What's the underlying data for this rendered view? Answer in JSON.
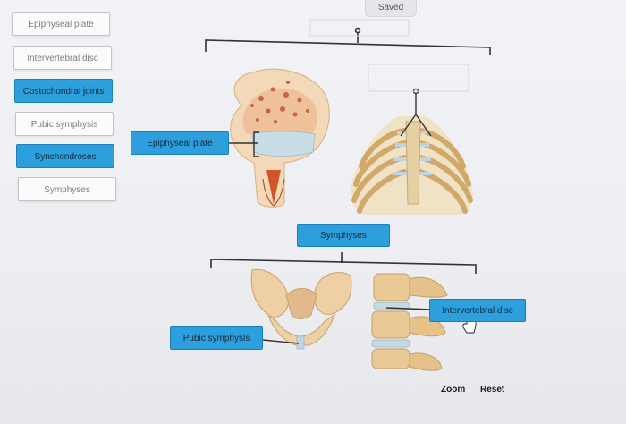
{
  "status": {
    "saved_label": "Saved"
  },
  "label_bank": [
    {
      "label": "Epiphyseal plate",
      "state": "empty"
    },
    {
      "label": "Intervertebral disc",
      "state": "empty"
    },
    {
      "label": "Costochondral joints",
      "state": "filled"
    },
    {
      "label": "Pubic symphysis",
      "state": "empty"
    },
    {
      "label": "Synchondroses",
      "state": "filled"
    },
    {
      "label": "Symphyses",
      "state": "empty"
    }
  ],
  "placed_labels": {
    "epiphyseal_plate": "Epiphyseal plate",
    "symphyses": "Symphyses",
    "pubic_symphysis": "Pubic symphysis",
    "intervertebral_disc": "Intervertebral disc"
  },
  "controls": {
    "zoom": "Zoom",
    "reset": "Reset"
  },
  "colors": {
    "accent": "#2d9fdc",
    "tile_border": "#c2c4c8"
  }
}
